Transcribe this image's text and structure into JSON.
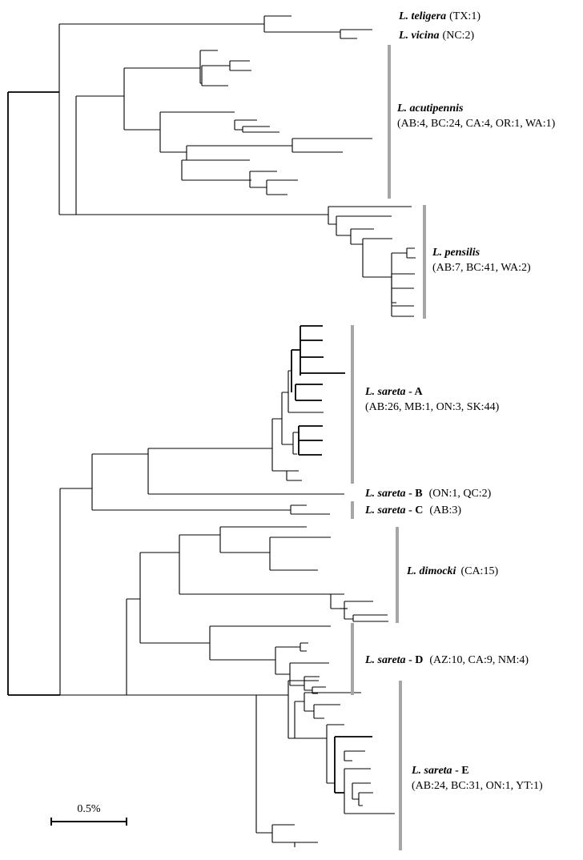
{
  "colors": {
    "branch": "#000000",
    "clade_bar": "#a6a6a6",
    "background": "#ffffff"
  },
  "scale": {
    "label": "0.5%"
  },
  "clades": [
    {
      "id": "teligera",
      "name": "L. teligera",
      "suffix": "",
      "counts": "(TX:1)"
    },
    {
      "id": "vicina",
      "name": "L. vicina",
      "suffix": "",
      "counts": "(NC:2)"
    },
    {
      "id": "acutipennis",
      "name": "L. acutipennis",
      "suffix": "",
      "counts": "(AB:4, BC:24, CA:4, OR:1, WA:1)"
    },
    {
      "id": "pensilis",
      "name": "L. pensilis",
      "suffix": "",
      "counts": "(AB:7, BC:41, WA:2)"
    },
    {
      "id": "sareta-a",
      "name": "L. sareta",
      "suffix": " - A",
      "counts": "(AB:26, MB:1, ON:3, SK:44)"
    },
    {
      "id": "sareta-b",
      "name": "L. sareta",
      "suffix": " - B",
      "counts": "(ON:1, QC:2)"
    },
    {
      "id": "sareta-c",
      "name": "L. sareta",
      "suffix": " - C",
      "counts": "(AB:3)"
    },
    {
      "id": "dimocki",
      "name": "L. dimocki",
      "suffix": "",
      "counts": "(CA:15)"
    },
    {
      "id": "sareta-d",
      "name": "L. sareta",
      "suffix": " - D",
      "counts": "(AZ:10, CA:9, NM:4)"
    },
    {
      "id": "sareta-e",
      "name": "L. sareta",
      "suffix": " - E",
      "counts": "(AB:24, BC:31, ON:1, YT:1)"
    }
  ]
}
